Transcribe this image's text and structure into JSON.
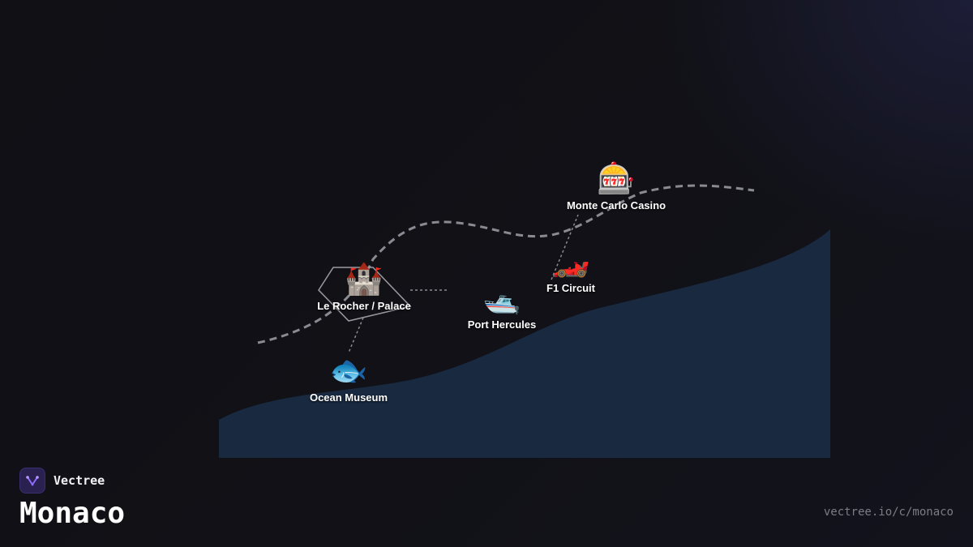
{
  "brand": {
    "name": "Vectree",
    "logo_icon": "vectree-logo-icon",
    "accent_color": "#8f6bff"
  },
  "title": "Monaco",
  "url": "vectree.io/c/monaco",
  "map": {
    "land_color": "#182940",
    "background_color": "#111116",
    "route_color": "#8a8a92",
    "points_of_interest": [
      {
        "id": "monte-carlo-casino",
        "icon": "slot-machine-icon",
        "emoji": "🎰",
        "label": "Monte Carlo Casino"
      },
      {
        "id": "f1-circuit",
        "icon": "race-car-icon",
        "emoji": "🏎️",
        "label": "F1 Circuit"
      },
      {
        "id": "le-rocher-palace",
        "icon": "castle-icon",
        "emoji": "🏰",
        "label": "Le Rocher / Palace"
      },
      {
        "id": "port-hercules",
        "icon": "boat-icon",
        "emoji": "🛥️",
        "label": "Port Hercules"
      },
      {
        "id": "ocean-museum",
        "icon": "fish-icon",
        "emoji": "🐟",
        "label": "Ocean Museum"
      }
    ]
  }
}
